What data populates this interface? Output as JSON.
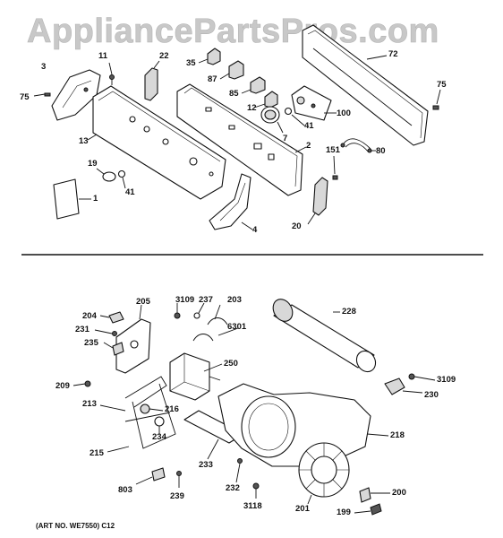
{
  "watermark": "AppliancePartsPros.com",
  "art_number": "(ART NO. WE7550) C12",
  "upper_labels": [
    "3",
    "11",
    "22",
    "35",
    "87",
    "85",
    "12",
    "41",
    "7",
    "100",
    "72",
    "75",
    "75",
    "13",
    "2",
    "151",
    "80",
    "19",
    "41",
    "1",
    "4",
    "20"
  ],
  "lower_labels": [
    "205",
    "3109",
    "237",
    "203",
    "6301",
    "228",
    "204",
    "231",
    "235",
    "250",
    "3109",
    "230",
    "209",
    "213",
    "216",
    "234",
    "218",
    "215",
    "233",
    "803",
    "239",
    "232",
    "3118",
    "201",
    "200",
    "199"
  ]
}
